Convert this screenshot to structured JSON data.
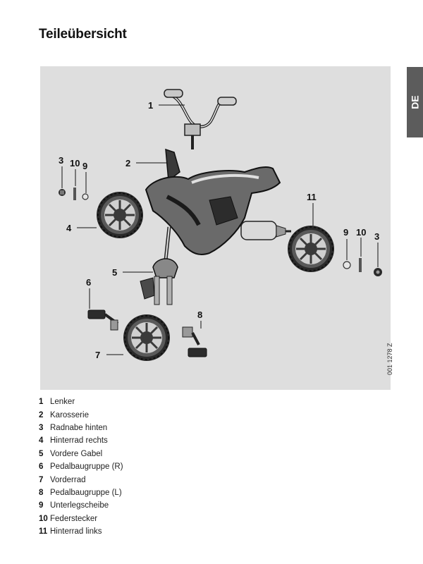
{
  "page": {
    "title": "Teileübersicht",
    "language_tab": "DE",
    "figure_code": "001 1278 Z"
  },
  "figure": {
    "callouts": {
      "c1": "1",
      "c2": "2",
      "c3a": "3",
      "c10a": "10",
      "c9a": "9",
      "c4": "4",
      "c11": "11",
      "c9b": "9",
      "c10b": "10",
      "c3b": "3",
      "c5": "5",
      "c6": "6",
      "c8": "8",
      "c7": "7"
    }
  },
  "parts": [
    {
      "number": "1",
      "label": "Lenker"
    },
    {
      "number": "2",
      "label": "Karosserie"
    },
    {
      "number": "3",
      "label": "Radnabe hinten"
    },
    {
      "number": "4",
      "label": "Hinterrad rechts"
    },
    {
      "number": "5",
      "label": "Vordere Gabel"
    },
    {
      "number": "6",
      "label": "Pedalbaugruppe (R)"
    },
    {
      "number": "7",
      "label": "Vorderrad"
    },
    {
      "number": "8",
      "label": "Pedalbaugruppe (L)"
    },
    {
      "number": "9",
      "label": "Unterlegscheibe"
    },
    {
      "number": "10",
      "label": "Federstecker"
    },
    {
      "number": "11",
      "label": "Hinterrad links"
    }
  ]
}
